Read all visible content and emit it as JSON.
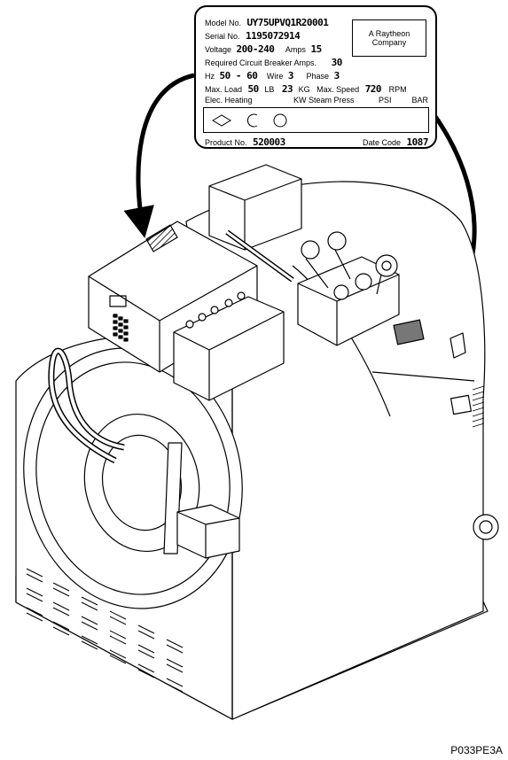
{
  "nameplate": {
    "model_label": "Model No.",
    "model_value": "UY75UPVQ1R20001",
    "serial_label": "Serial No.",
    "serial_value": "1195072914",
    "voltage_label": "Voltage",
    "voltage_value": "200-240",
    "amps_label": "Amps",
    "amps_value": "15",
    "breaker_label": "Required Circuit Breaker Amps.",
    "breaker_value": "30",
    "hz_label": "Hz",
    "hz_value": "50 - 60",
    "wire_label": "Wire",
    "wire_value": "3",
    "phase_label": "Phase",
    "phase_value": "3",
    "maxload_label": "Max. Load",
    "maxload_value": "50",
    "lb_label": "LB",
    "kg_value": "23",
    "kg_label": "KG",
    "maxspeed_label": "Max. Speed",
    "maxspeed_value": "720",
    "rpm_label": "RPM",
    "elec_heating_label": "Elec. Heating",
    "kw_steam_label": "KW Steam Press",
    "psi_label": "PSI",
    "bar_label": "BAR",
    "brand_line1": "A Raytheon",
    "brand_line2": "Company",
    "product_label": "Product No.",
    "product_value": "520003",
    "datecode_label": "Date Code",
    "datecode_value": "1087"
  },
  "figure_code": "P033PE3A"
}
